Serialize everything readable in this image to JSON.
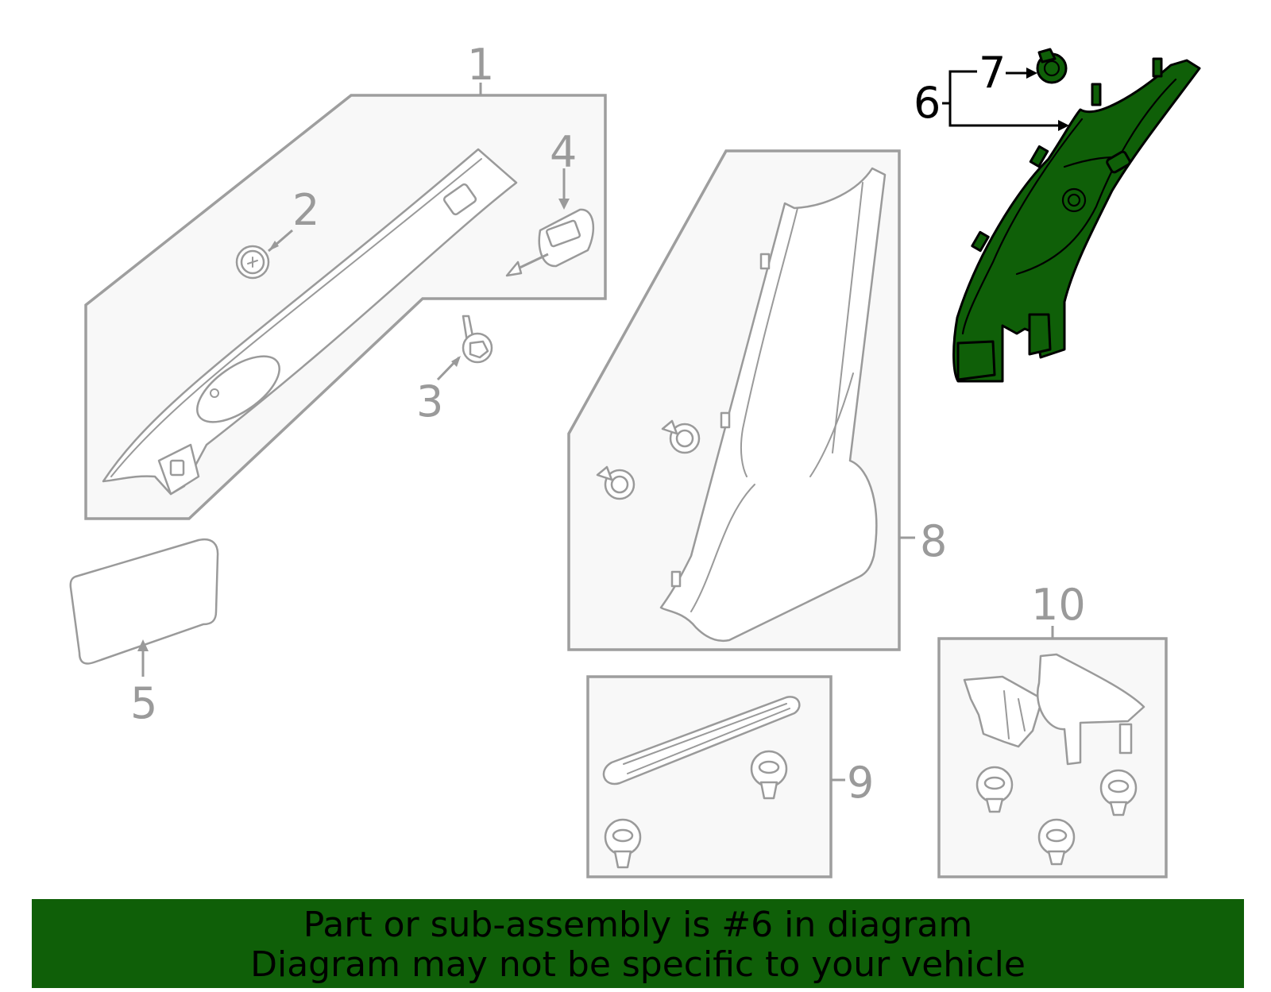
{
  "callouts": {
    "c1": "1",
    "c2": "2",
    "c3": "3",
    "c4": "4",
    "c5": "5",
    "c6": "6",
    "c7": "7",
    "c8": "8",
    "c9": "9",
    "c10": "10"
  },
  "highlighted_part": "6",
  "highlight_color": "#0f5f08",
  "banner": {
    "line1": "Part or sub-assembly is #6 in diagram",
    "line2": "Diagram may not be specific to your vehicle"
  }
}
